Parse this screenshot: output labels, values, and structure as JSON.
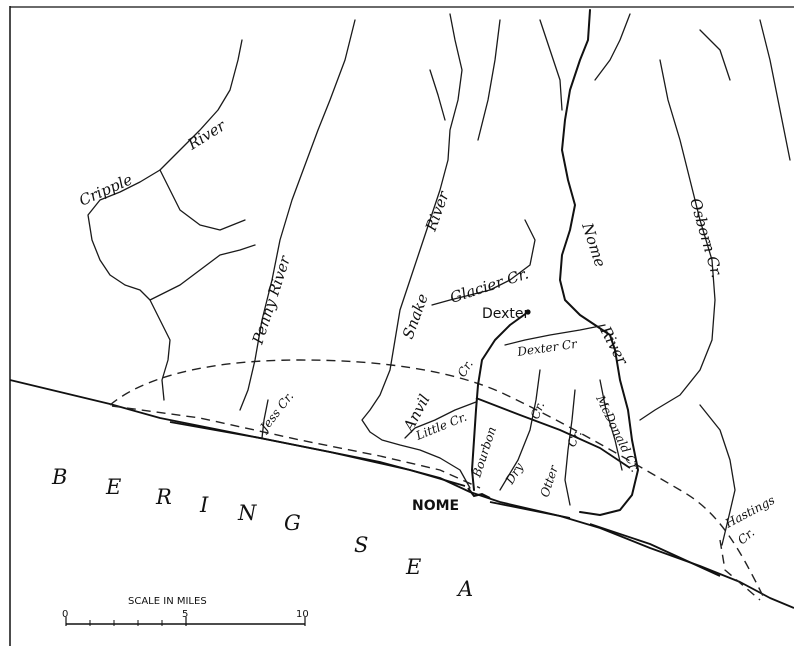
{
  "map": {
    "sea_letters": [
      "B",
      "E",
      "R",
      "I",
      "N",
      "G",
      "S",
      "E",
      "A"
    ],
    "towns": {
      "nome": "NOME",
      "dexter": "Dexter"
    },
    "rivers": {
      "cripple": "Cripple",
      "cripple_river": "River",
      "penny": "Penny River",
      "snake": "Snake",
      "snake_river": "River",
      "nome": "Nome",
      "nome_river": "River",
      "osborn": "Osborn Cr."
    },
    "creeks": {
      "glacier": "Glacier Cr.",
      "anvil": "Anvil",
      "anvil_cr": "Cr.",
      "dexter": "Dexter Cr",
      "little": "Little Cr.",
      "bourbon": "Bourbon",
      "dry": "Dry",
      "dry_cr": "Cr.",
      "otter": "Otter",
      "otter_cr": "Cr.",
      "mcdonald": "McDonald Cr.",
      "hastings": "Hastings",
      "hastings_cr": "Cr.",
      "jess": "Jess Cr."
    },
    "scale": {
      "title": "SCALE IN MILES",
      "ticks": [
        "0",
        "5",
        "10"
      ]
    }
  }
}
